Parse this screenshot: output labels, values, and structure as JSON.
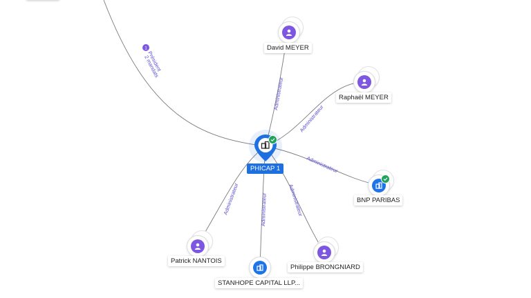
{
  "center": {
    "name": "PHICAP 1",
    "verified": true
  },
  "nodes": [
    {
      "id": "david",
      "name": "David MEYER",
      "type": "person"
    },
    {
      "id": "raphael",
      "name": "Raphaël MEYER",
      "type": "person"
    },
    {
      "id": "bnp",
      "name": "BNP PARIBAS",
      "type": "company",
      "verified": true
    },
    {
      "id": "philippe",
      "name": "Philippe BRONGNIARD",
      "type": "person"
    },
    {
      "id": "stanhope",
      "name": "STANHOPE CAPITAL LLP...",
      "type": "company"
    },
    {
      "id": "patrick",
      "name": "Patrick NANTOIS",
      "type": "person"
    }
  ],
  "edges": {
    "david": "Administrateur",
    "raphael": "Administrateur",
    "bnp": "Administrateur",
    "philippe": "Administrateur",
    "stanhope": "Administrateur",
    "patrick": "Administrateur",
    "top_line1": "Président",
    "top_line2": "2 mandats",
    "top_count": "1"
  },
  "colors": {
    "person": "#7e57e0",
    "company": "#1e73e8",
    "verified": "#21a35a",
    "edge_label": "#5b4fd6"
  }
}
